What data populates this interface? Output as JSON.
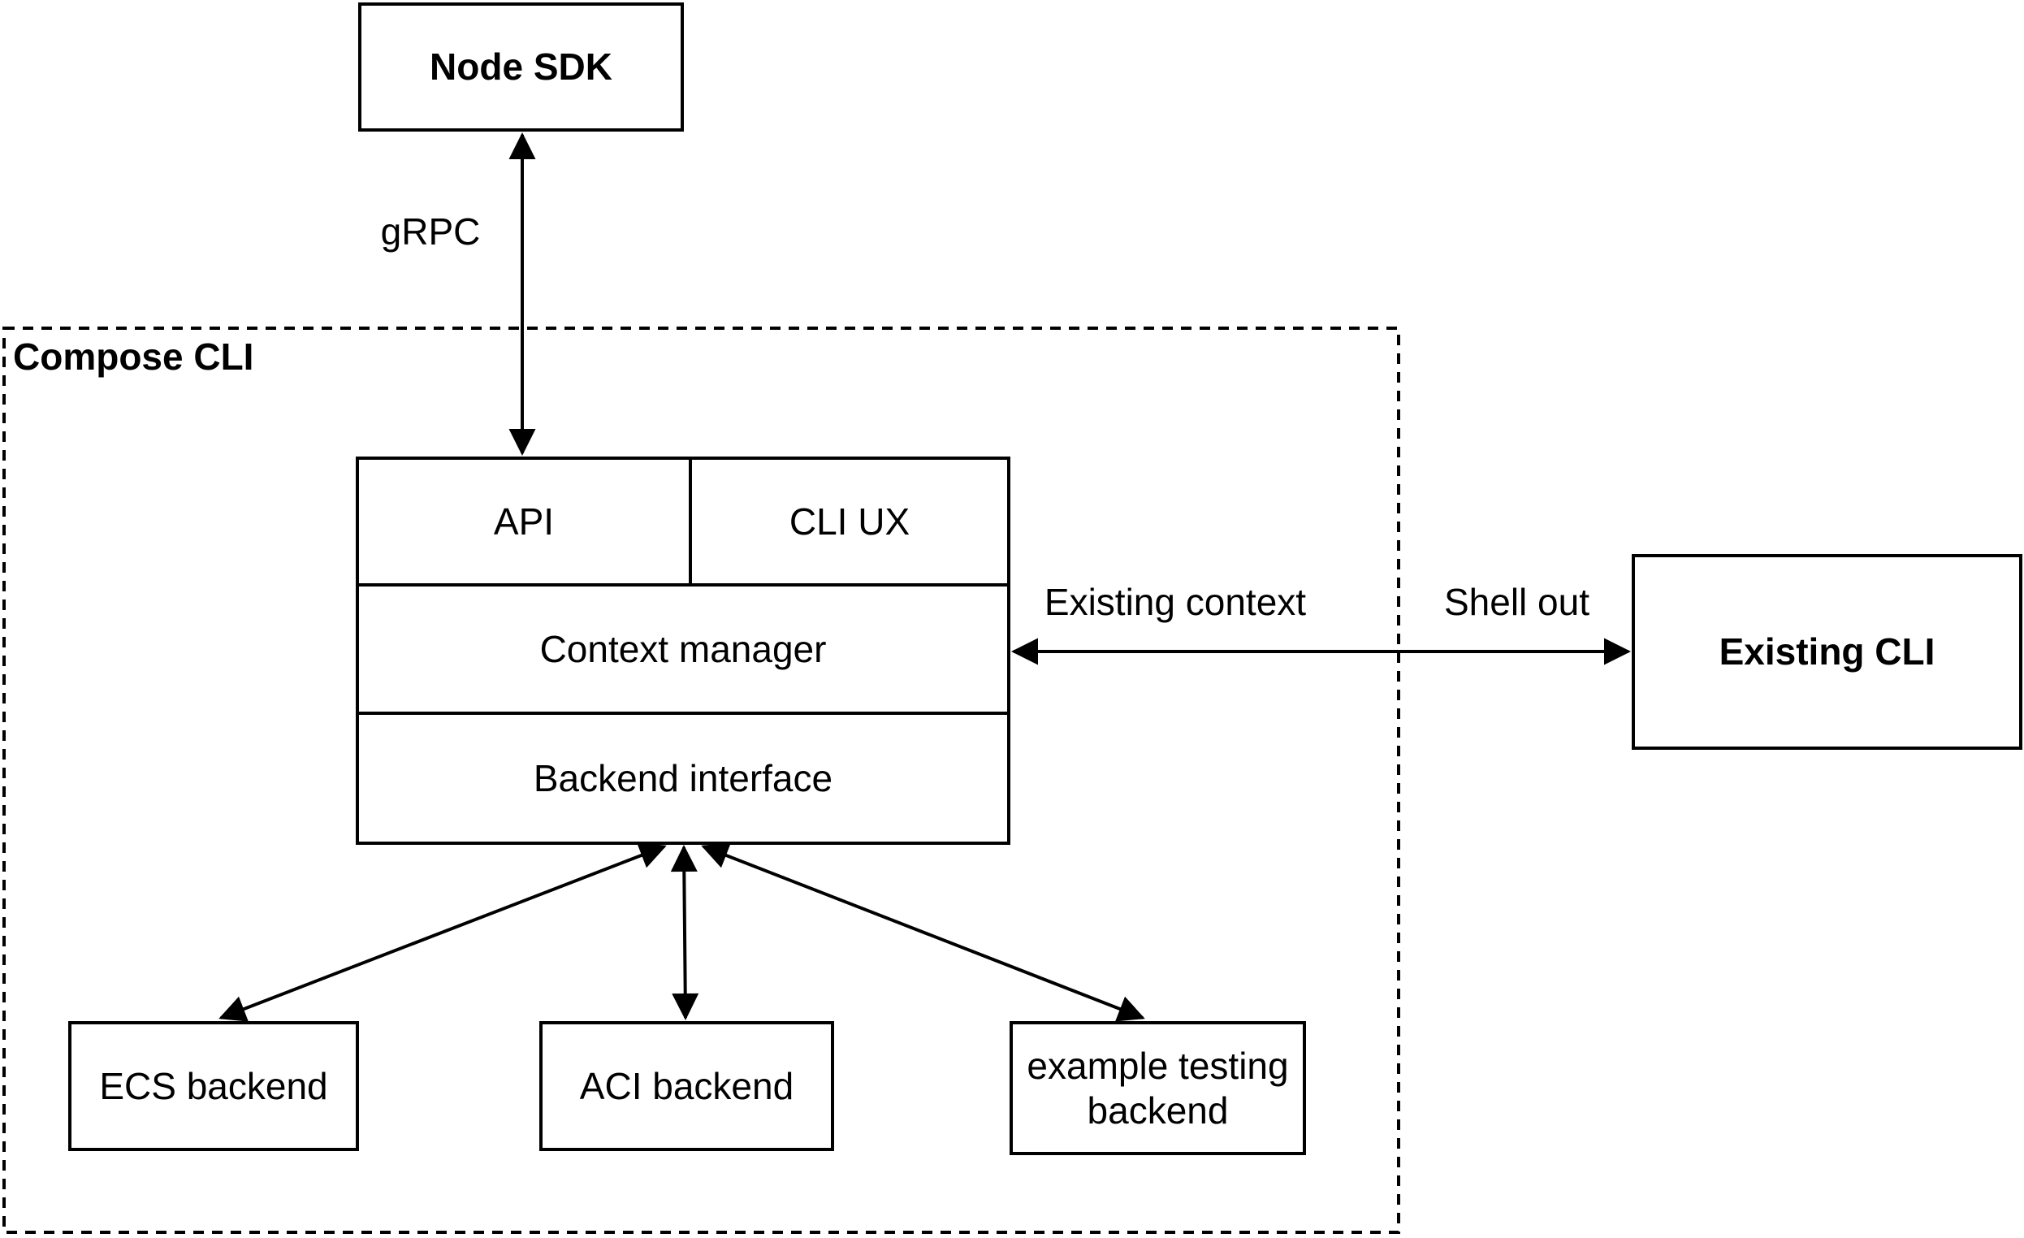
{
  "diagram": {
    "colors": {
      "stroke": "#000000",
      "background": "#ffffff"
    },
    "nodes": {
      "node_sdk": {
        "label": "Node SDK"
      },
      "compose_cli_group": {
        "label": "Compose CLI"
      },
      "api": {
        "label": "API"
      },
      "cli_ux": {
        "label": "CLI UX"
      },
      "context_manager": {
        "label": "Context manager"
      },
      "backend_interface": {
        "label": "Backend interface"
      },
      "existing_cli": {
        "label": "Existing CLI"
      },
      "ecs_backend": {
        "label": "ECS backend"
      },
      "aci_backend": {
        "label": "ACI backend"
      },
      "example_testing_backend": {
        "label": "example testing backend"
      }
    },
    "edge_labels": {
      "grpc": "gRPC",
      "existing_context": "Existing context",
      "shell_out": "Shell out"
    }
  }
}
